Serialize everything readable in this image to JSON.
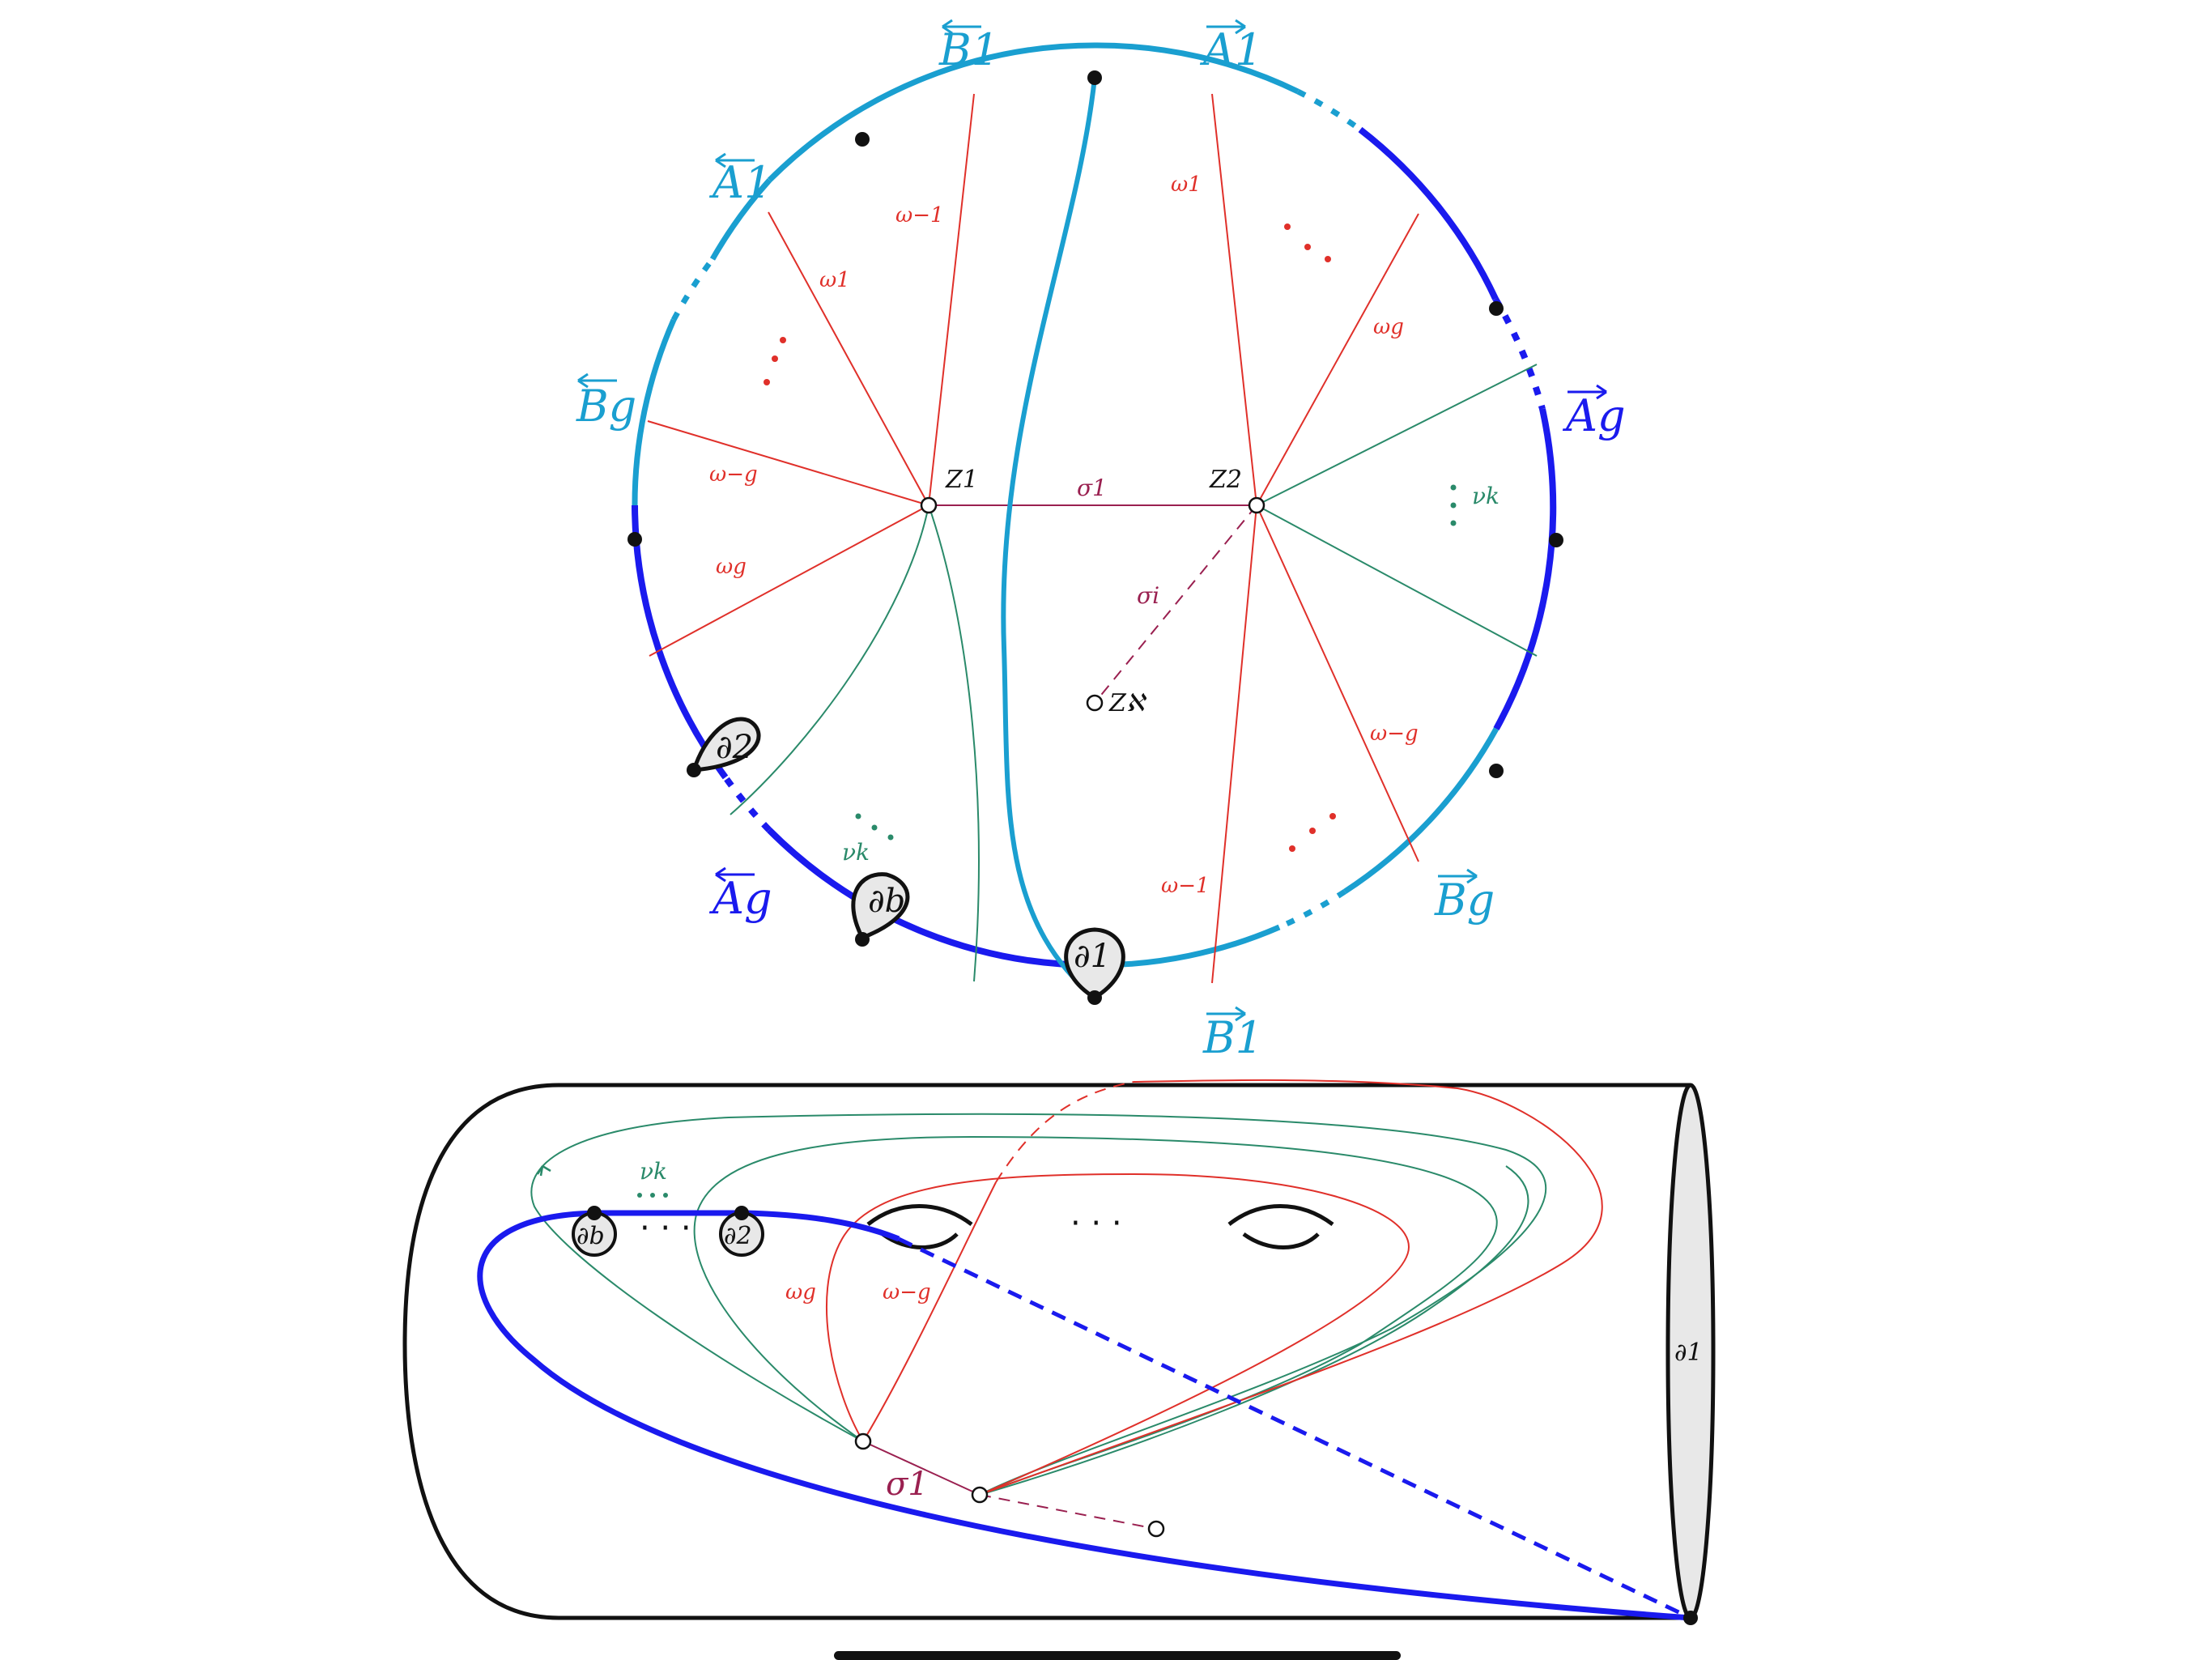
{
  "labels": {
    "b1_back": "B1",
    "a1_fwd": "A1",
    "a1_back": "A1",
    "ag_fwd": "Ag",
    "bg_back": "Bg",
    "ag_back": "Ag",
    "bg_fwd": "Bg",
    "b1_fwd": "B1",
    "z1": "Z1",
    "z2": "Z2",
    "z_aleph": "Zℵ",
    "sigma1": "σ1",
    "sigma_i": "σi",
    "omega_m1_left": "ω−1",
    "omega1_left": "ω1",
    "omega_mg_left": "ω−g",
    "omega_g_left": "ωg",
    "omega1_right": "ω1",
    "omega_g_right": "ωg",
    "omega_mg_right": "ω−g",
    "omega_m1_right": "ω−1",
    "nu_k_right": "νk",
    "nu_k_left": "νk",
    "boundary_2": "∂2",
    "boundary_b": "∂b",
    "boundary_1": "∂1",
    "cyl_nu_k": "νk",
    "cyl_boundary_b": "∂b",
    "cyl_boundary_2": "∂2",
    "cyl_dots_left": "· · ·",
    "cyl_dots_mid": "· · ·",
    "cyl_omega_g": "ωg",
    "cyl_omega_mg": "ω−g",
    "cyl_sigma1": "σ1",
    "cyl_boundary_1": "∂1"
  },
  "colors": {
    "cyan": "#1a9fd0",
    "blue": "#1a1aee",
    "red": "#e0302a",
    "green": "#2a8a6a",
    "sigma": "#9a2050",
    "black": "#111111"
  }
}
